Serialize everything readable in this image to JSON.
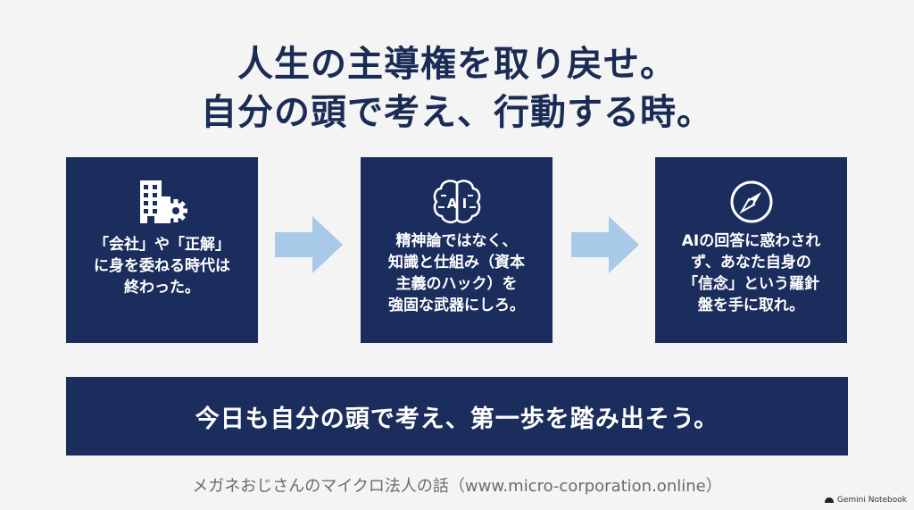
{
  "headline": {
    "line1": "人生の主導権を取り戻せ。",
    "line2": "自分の頭で考え、行動する時。"
  },
  "cards": [
    {
      "icon": "building-gear-icon",
      "lines": [
        "「会社」や「正解」",
        "に身を委ねる時代は",
        "終わった。"
      ]
    },
    {
      "icon": "ai-brain-icon",
      "lines": [
        "精神論ではなく、",
        "知識と仕組み（資本",
        "主義のハック）を",
        "強固な武器にしろ。"
      ]
    },
    {
      "icon": "compass-icon",
      "lines": [
        "AIの回答に惑わされ",
        "ず、あなた自身の",
        "「信念」という羅針",
        "盤を手に取れ。"
      ]
    }
  ],
  "arrows": [
    "right-arrow-icon",
    "right-arrow-icon"
  ],
  "banner": {
    "text": "今日も自分の頭で考え、第一歩を踏み出そう。"
  },
  "footer": {
    "text": "メガネおじさんのマイクロ法人の話（www.micro-corporation.online）"
  },
  "watermark": {
    "text": "Gemini Notebook",
    "icon": "notebook-logo-icon"
  },
  "colors": {
    "navy": "#1b2d5c",
    "headline": "#1a2b55",
    "arrow": "#a9c9e8",
    "background": "#f4f4f4"
  }
}
